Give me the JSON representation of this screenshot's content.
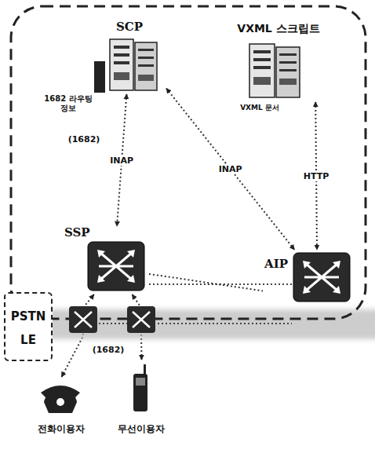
{
  "diagram": {
    "nodes": [
      {
        "text": [
          "SCP"
        ]
      },
      {
        "text": [
          "VXML 스크립트"
        ]
      },
      {
        "text": [
          "SSP"
        ]
      },
      {
        "text": [
          "AIP"
        ]
      },
      {
        "text": [
          "PSTN LE"
        ]
      },
      {
        "text": [
          "전화이용자"
        ]
      },
      {
        "text": [
          "무선이용자"
        ]
      }
    ],
    "edges": [
      {
        "from": 0,
        "to": 2,
        "label": "INAP",
        "arrow": "both"
      },
      {
        "from": 0,
        "to": 3,
        "label": "INAP",
        "arrow": "both"
      },
      {
        "from": 1,
        "to": 3,
        "label": "HTTP",
        "arrow": "both"
      },
      {
        "from": 2,
        "to": 3,
        "arrow": "none"
      },
      {
        "from": 5,
        "to": 2,
        "arrow": "both"
      },
      {
        "from": 6,
        "to": 2,
        "arrow": "both"
      }
    ],
    "labels": [
      "1682 라우팅 정보",
      "(1682)",
      "VXML 문서",
      "(1682)"
    ]
  }
}
